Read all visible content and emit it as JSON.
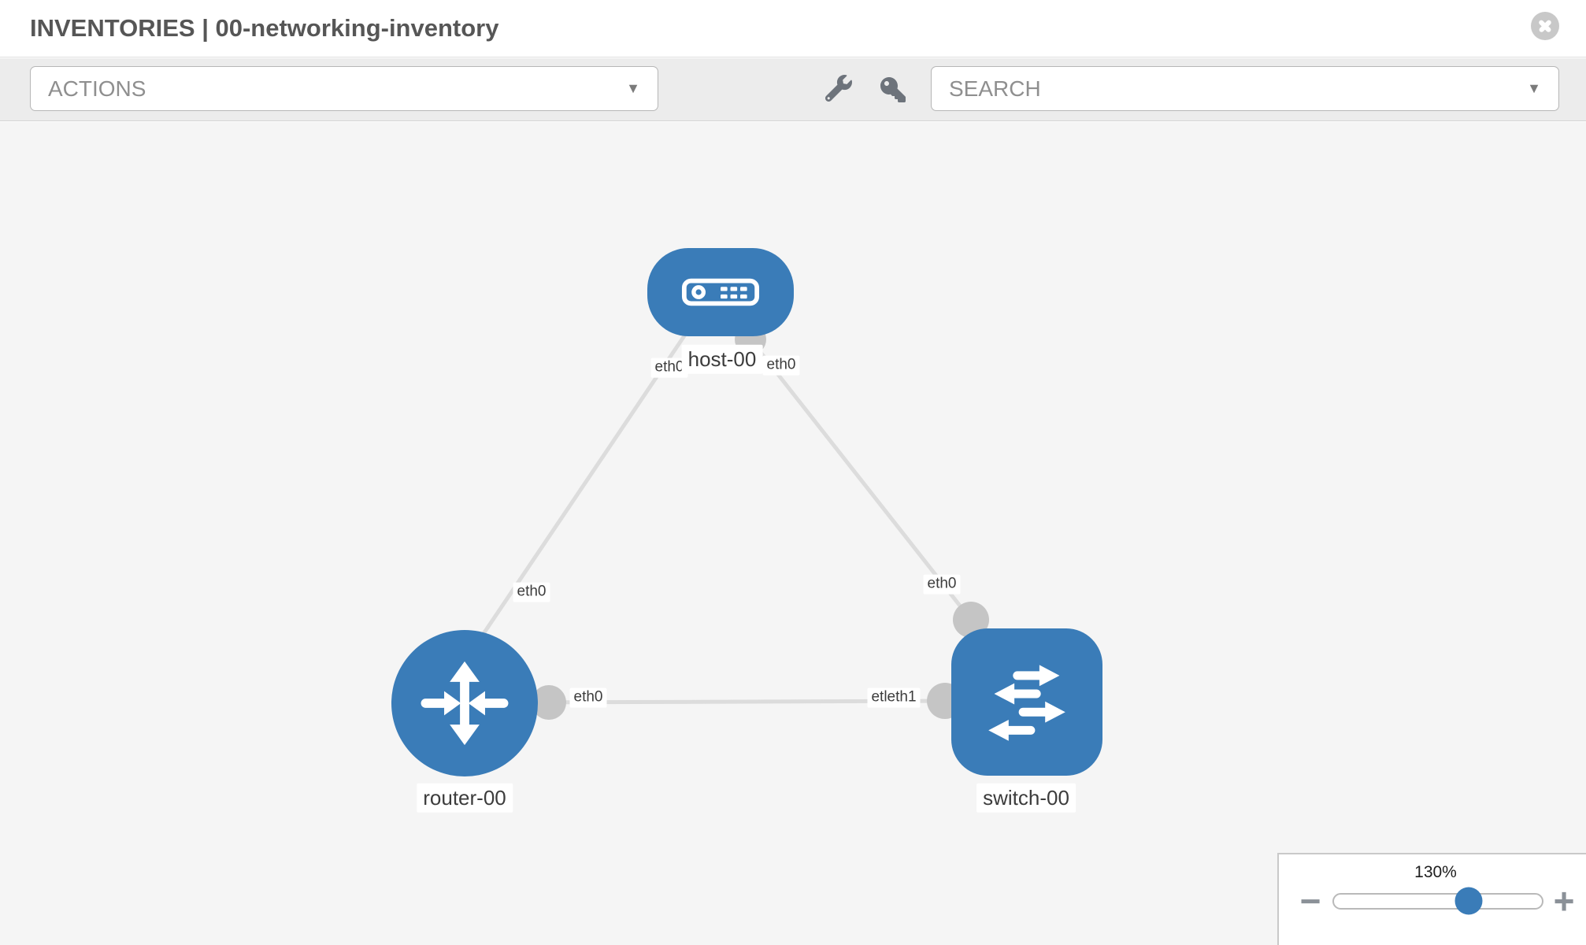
{
  "header": {
    "title": "INVENTORIES | 00-networking-inventory"
  },
  "toolbar": {
    "actions_label": "ACTIONS",
    "search_label": "SEARCH",
    "caret": "▼",
    "icons": [
      "wrench-icon",
      "key-icon"
    ]
  },
  "topology": {
    "nodes": [
      {
        "id": "host-00",
        "label": "host-00",
        "type": "host",
        "icon": "host-device-icon"
      },
      {
        "id": "router-00",
        "label": "router-00",
        "type": "router",
        "icon": "router-arrows-icon"
      },
      {
        "id": "switch-00",
        "label": "switch-00",
        "type": "switch",
        "icon": "switch-arrows-icon"
      }
    ],
    "links": [
      {
        "from": "host-00",
        "to": "router-00",
        "from_port": "eth0",
        "to_port": "eth0"
      },
      {
        "from": "host-00",
        "to": "switch-00",
        "from_port": "eth0",
        "to_port": "eth0"
      },
      {
        "from": "router-00",
        "to": "switch-00",
        "from_port": "eth0",
        "to_port_visible": "etleth1"
      }
    ],
    "port_labels": [
      {
        "text": "eth0",
        "at": "host-00 lower-left"
      },
      {
        "text": "eth0",
        "at": "host-00 lower-right"
      },
      {
        "text": "eth0",
        "at": "router-00 upper link"
      },
      {
        "text": "eth0",
        "at": "switch-00 upper link"
      },
      {
        "text": "eth0",
        "at": "router-00 right port"
      },
      {
        "text": "etleth1",
        "at": "switch-00 left port (overlapping labels)"
      }
    ]
  },
  "zoom_control": {
    "value": "130%",
    "minus": "−",
    "plus": "+",
    "slider_position_pct": 64.6
  },
  "colors": {
    "node_blue": "#3a7cb8",
    "link_gray": "#dcdcdc",
    "port_gray": "#c5c5c5",
    "canvas_bg": "#f5f5f5",
    "toolbar_bg": "#ececec"
  }
}
